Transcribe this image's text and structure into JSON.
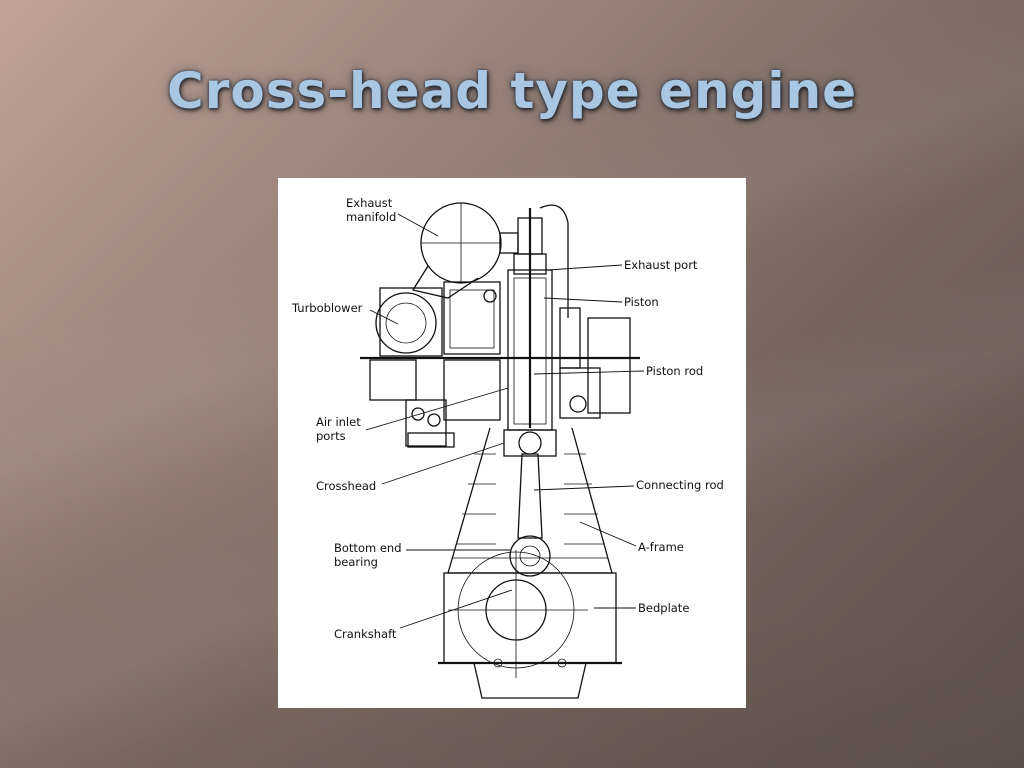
{
  "slide": {
    "title": "Cross-head type engine"
  },
  "diagram": {
    "labels": {
      "exhaust_manifold_1": "Exhaust",
      "exhaust_manifold_2": "manifold",
      "turboblower": "Turboblower",
      "air_inlet_1": "Air inlet",
      "air_inlet_2": "ports",
      "crosshead": "Crosshead",
      "bottom_end_1": "Bottom end",
      "bottom_end_2": "bearing",
      "crankshaft": "Crankshaft",
      "exhaust_port": "Exhaust port",
      "piston": "Piston",
      "piston_rod": "Piston rod",
      "connecting_rod": "Connecting rod",
      "a_frame": "A-frame",
      "bedplate": "Bedplate"
    }
  }
}
